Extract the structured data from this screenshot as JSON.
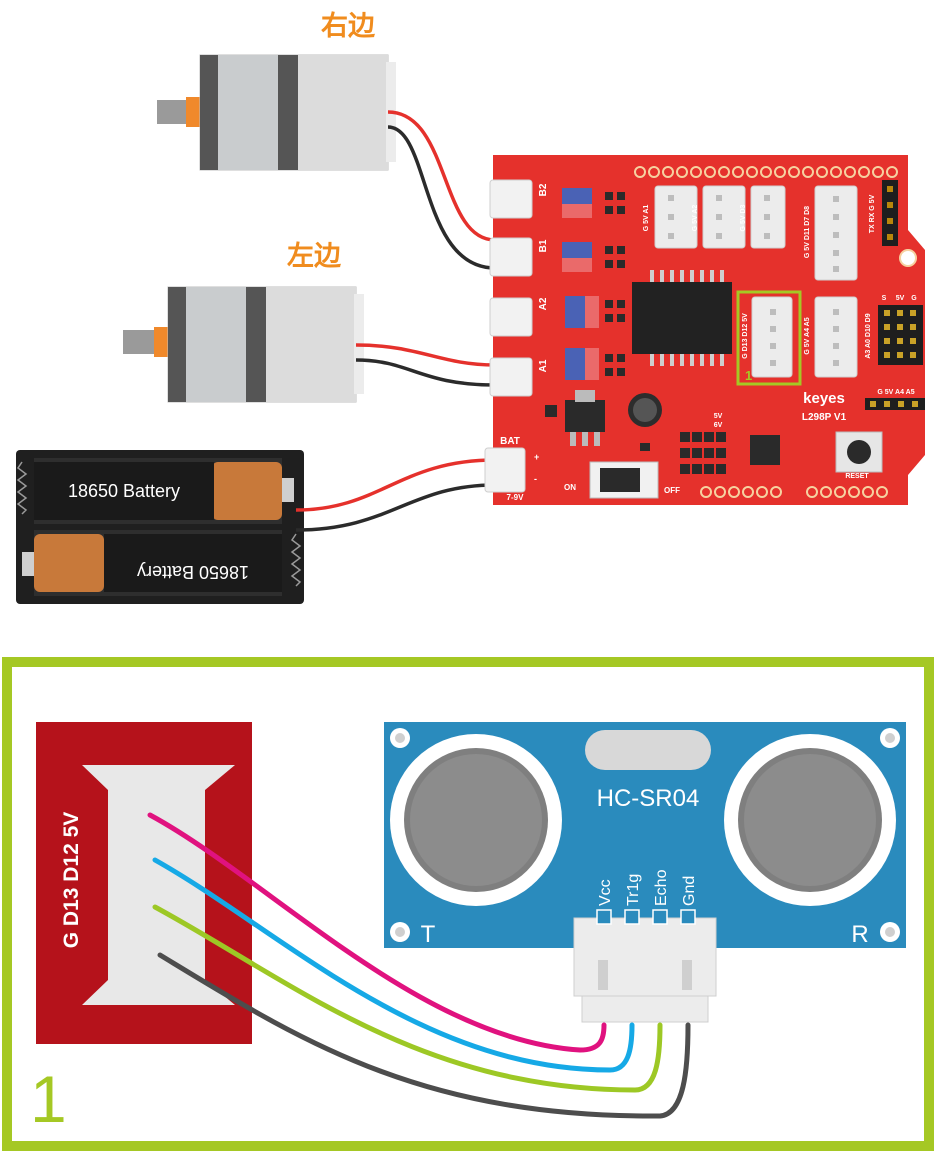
{
  "labels": {
    "right_side": "右边",
    "left_side": "左边"
  },
  "board": {
    "brand": "keyes",
    "model": "L298P V1",
    "ports": {
      "b2": "B2",
      "b1": "B1",
      "a2": "A2",
      "a1": "A1",
      "bat": "BAT",
      "bat_range": "7-9V",
      "plus": "+",
      "minus": "-"
    },
    "switch_on": "ON",
    "switch_off": "OFF",
    "reset": "RESET",
    "volt_5v": "5V",
    "volt_6v": "6V",
    "highlight_number": "1",
    "header_labels": {
      "h1": "G  5V  A1",
      "h2": "G  5V  A2",
      "h3": "G  5V  D3",
      "h4": "G 5V D11 D7 D8",
      "h5": "G D13 D12 5V",
      "h6": "G 5V A4 A5",
      "h7": "A3 A0 D10 D9",
      "txrx": "TX RX  G  5V",
      "spi_s": "S",
      "spi_5v": "5V",
      "spi_g": "G",
      "i2c": "G  5V  A4  A5"
    }
  },
  "battery": {
    "cell_top": "18650  Battery",
    "cell_bottom": "18650  Battery"
  },
  "detail": {
    "number": "1",
    "connector_label": "G  D13 D12 5V",
    "sensor_name": "HC-SR04",
    "pin_vcc": "Vcc",
    "pin_trig": "Tr1g",
    "pin_echo": "Echo",
    "pin_gnd": "Gnd",
    "letter_t": "T",
    "letter_r": "R"
  },
  "colors": {
    "board_red": "#e5312c",
    "frame_green": "#a5c824",
    "label_orange": "#f08c1e",
    "sensor_blue": "#2a8bbd",
    "wire_magenta": "#e0127f",
    "wire_cyan": "#16a9e6",
    "wire_green": "#9dc825",
    "wire_gray": "#4d4d4d"
  }
}
